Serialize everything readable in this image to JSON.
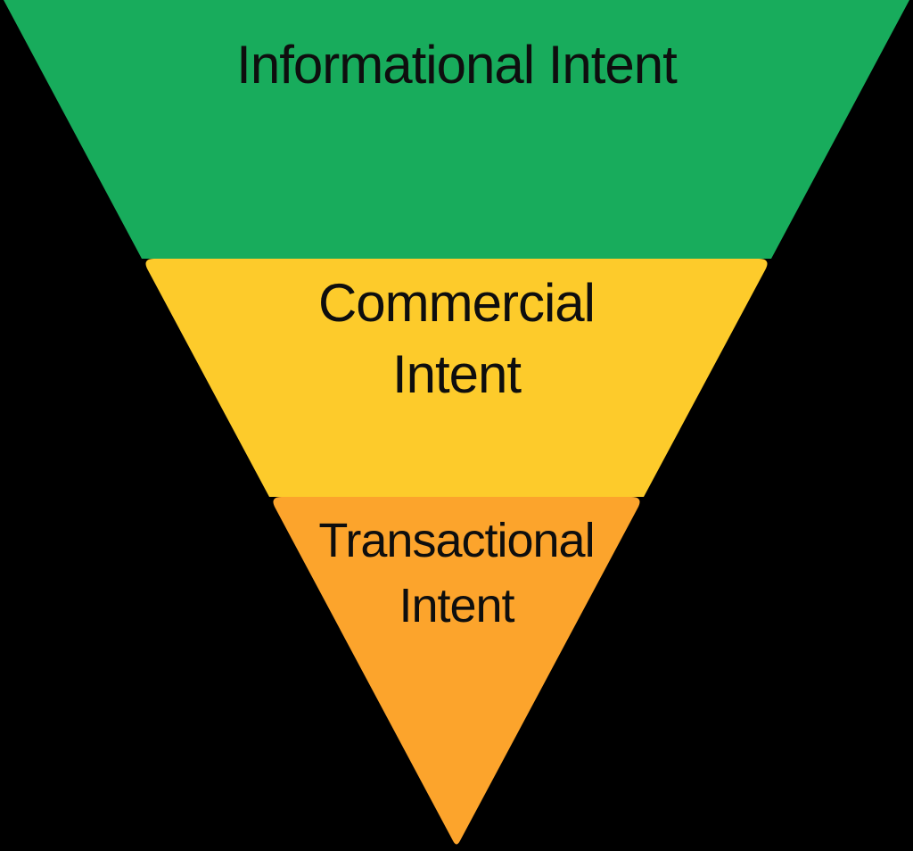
{
  "diagram": {
    "kind": "inverted-funnel",
    "background_color": "#000000",
    "text_color": "#0e0e0e",
    "funnel": {
      "tiers": [
        {
          "id": "informational",
          "label_lines": [
            "Informational Intent"
          ],
          "color": "#18AC5C"
        },
        {
          "id": "commercial",
          "label_lines": [
            "Commercial",
            "Intent"
          ],
          "color": "#FDCB2B"
        },
        {
          "id": "transactional",
          "label_lines": [
            "Transactional",
            "Intent"
          ],
          "color": "#FCA42C"
        }
      ]
    }
  }
}
